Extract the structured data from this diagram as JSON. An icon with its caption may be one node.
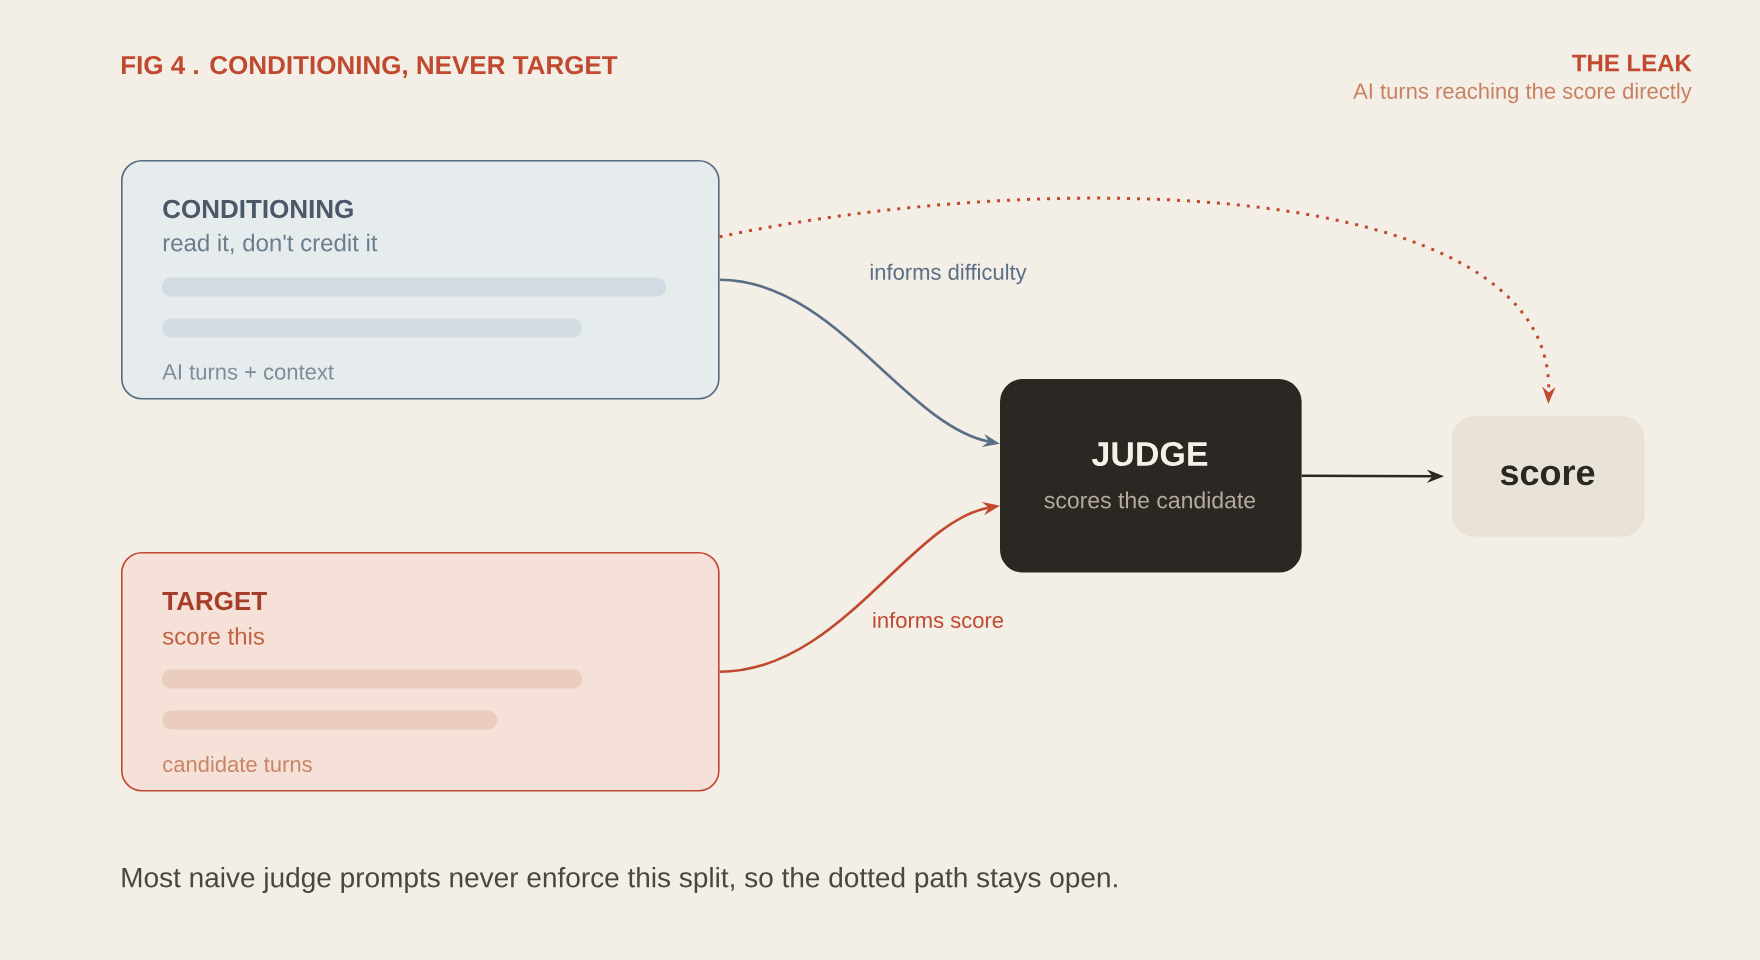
{
  "diagram": {
    "title": "FIG 4 . CONDITIONING, NEVER TARGET",
    "caption": "Most naive judge prompts never enforce this split, so the dotted path stays open.",
    "nodes": [
      {
        "text": [
          "CONDITIONING",
          "read it, don't credit it",
          "AI turns + context"
        ]
      },
      {
        "text": [
          "TARGET",
          "score this",
          "candidate turns"
        ]
      },
      {
        "text": [
          "JUDGE",
          "scores the candidate"
        ]
      },
      {
        "text": [
          "score"
        ]
      }
    ],
    "edges": [
      {
        "from": 0,
        "to": 2,
        "arrow": "to",
        "label": "informs difficulty",
        "color": "#5a6e85"
      },
      {
        "from": 1,
        "to": 2,
        "arrow": "to",
        "label": "informs score",
        "color": "#c0492f"
      },
      {
        "from": 2,
        "to": 3,
        "arrow": "to",
        "color": "#2b2823"
      },
      {
        "from": 0,
        "to": 3,
        "arrow": "to",
        "style": "dashed",
        "color": "#c0492f"
      }
    ],
    "labels": [
      "THE LEAK",
      "AI turns reaching the score directly"
    ]
  }
}
